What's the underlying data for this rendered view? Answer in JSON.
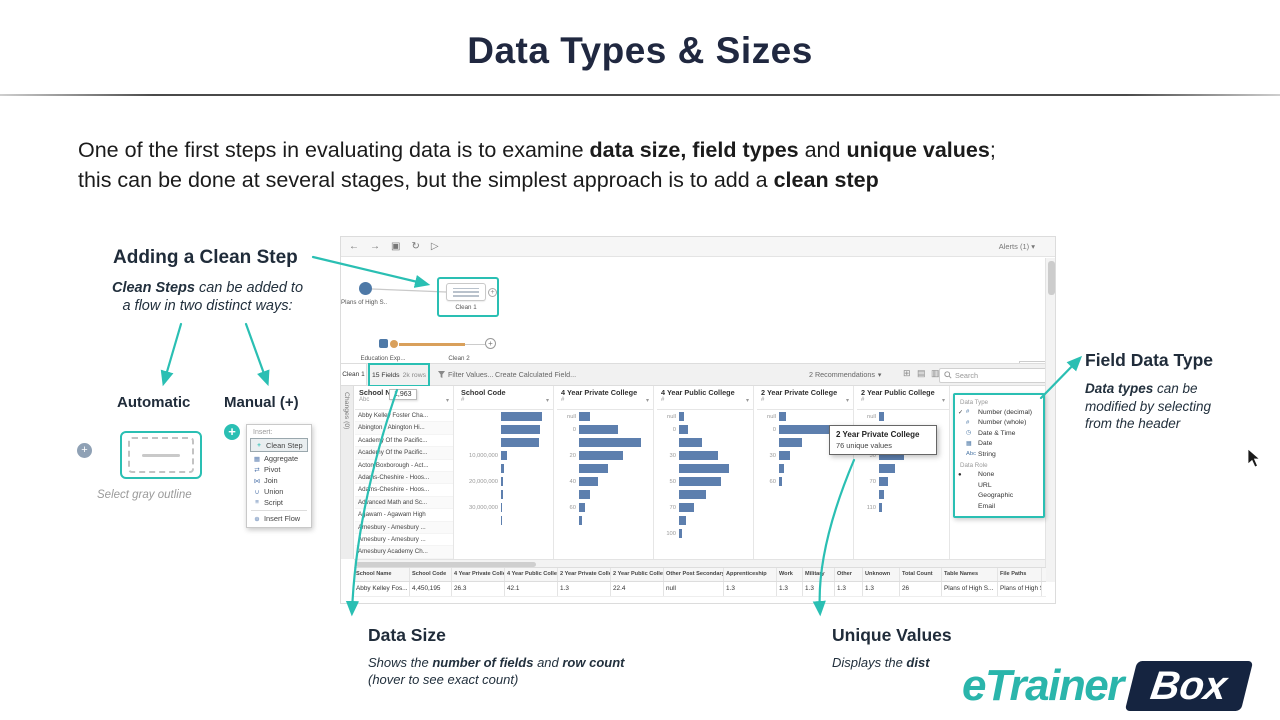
{
  "colors": {
    "accent_teal": "#2ABFB3",
    "heading_navy": "#202C3A",
    "histogram_blue": "#5D7FAE",
    "logo_navy": "#152440",
    "logo_teal": "#2AB5AB"
  },
  "title": "Data Types & Sizes",
  "intro": {
    "seg1": "One of the first steps in evaluating data is to examine ",
    "bold1": "data size, field types",
    "seg2": " and ",
    "bold2": "unique values",
    "seg3": ";",
    "line2_seg1": "this can be done at several stages, but the simplest approach is to add a ",
    "line2_bold": "clean step"
  },
  "annotations": {
    "adding_clean_step": {
      "title": "Adding a Clean Step",
      "desc_bold": "Clean Steps",
      "desc_rest1": " can be added to",
      "desc_line2": "a flow in two distinct ways:",
      "automatic": "Automatic",
      "manual": "Manual (+)",
      "caption": "Select gray outline"
    },
    "field_data_type": {
      "title": "Field Data Type",
      "desc_bold": "Data types",
      "desc_rest": " can be modified by selecting from the header"
    },
    "data_size": {
      "title": "Data Size",
      "seg1": "Shows the ",
      "bold1": "number of fields",
      "seg2": " and ",
      "bold2": "row count",
      "seg3": " (hover to see exact count)"
    },
    "unique_values": {
      "title": "Unique Values",
      "seg1": "Displays the ",
      "bold1": "dist"
    }
  },
  "context_menu": {
    "header": "Insert:",
    "highlight_item": {
      "icon": "+",
      "label": "Clean Step"
    },
    "items": [
      {
        "icon": "▦",
        "label": "Aggregate"
      },
      {
        "icon": "⇄",
        "label": "Pivot"
      },
      {
        "icon": "⋈",
        "label": "Join"
      },
      {
        "icon": "∪",
        "label": "Union"
      },
      {
        "icon": "≡",
        "label": "Script"
      }
    ],
    "footer_item": {
      "icon": "⊕",
      "label": "Insert Flow"
    }
  },
  "prep": {
    "toolbar_icons": [
      {
        "name": "back",
        "glyph": "←"
      },
      {
        "name": "forward",
        "glyph": "→"
      },
      {
        "name": "save",
        "glyph": "▣"
      },
      {
        "name": "refresh",
        "glyph": "↻"
      },
      {
        "name": "run-flow",
        "glyph": "▷"
      }
    ],
    "alerts": "Alerts (1)",
    "flow": {
      "source1": "Plans of High S...",
      "clean1": "Clean 1",
      "source2": "Education Exp...",
      "clean2": "Clean 2",
      "zoom": "100%"
    },
    "bar": {
      "tab": "Clean 1",
      "fields": "15 Fields",
      "rows": "2k rows",
      "rows_exact": "1,963",
      "filter": "Filter Values...",
      "calc": "Create Calculated Field...",
      "recommendations": "2 Recommendations",
      "search": "Search",
      "changes": "Changes (0)"
    },
    "tooltip": {
      "title": "2 Year Private College",
      "text": "76 unique values"
    },
    "type_menu": {
      "header": "Data Type",
      "items": [
        {
          "icon": "#",
          "label": "Number (decimal)",
          "checked": true
        },
        {
          "icon": "#",
          "label": "Number (whole)"
        },
        {
          "icon": "◷",
          "label": "Date & Time"
        },
        {
          "icon": "▦",
          "label": "Date"
        },
        {
          "icon": "Abc",
          "label": "String"
        }
      ],
      "role_header": "Data Role",
      "role_items": [
        {
          "label": "None",
          "checked": true
        },
        {
          "label": "URL"
        },
        {
          "label": "Geographic"
        },
        {
          "label": "Email"
        }
      ]
    },
    "profile_columns": [
      {
        "name": "School Name",
        "type_icon": "Abc",
        "kind": "list",
        "values": [
          "Abby Kelley Foster Cha...",
          "Abington - Abington Hi...",
          "Academy Of the Pacific...",
          "Academy Of the Pacific...",
          "Acton-Boxborough - Act...",
          "Adams-Cheshire - Hoos...",
          "Adams-Cheshire - Hoos...",
          "Advanced Math and Sc...",
          "Agawam - Agawam High",
          "Amesbury - Amesbury ...",
          "Amesbury - Amesbury ...",
          "Amesbury Academy Ch..."
        ]
      },
      {
        "name": "School Code",
        "type_icon": "#",
        "kind": "hist",
        "bins": [
          {
            "label": "",
            "value": 90
          },
          {
            "label": "",
            "value": 87
          },
          {
            "label": "",
            "value": 84
          },
          {
            "label": "10,000,000",
            "value": 13
          },
          {
            "label": "",
            "value": 7
          },
          {
            "label": "20,000,000",
            "value": 5
          },
          {
            "label": "",
            "value": 4
          },
          {
            "label": "30,000,000",
            "value": 3
          },
          {
            "label": "",
            "value": 2
          }
        ]
      },
      {
        "name": "4 Year Private College",
        "type_icon": "#",
        "kind": "hist",
        "bins": [
          {
            "label": "null",
            "value": 16
          },
          {
            "label": "0",
            "value": 58
          },
          {
            "label": "",
            "value": 92
          },
          {
            "label": "20",
            "value": 66
          },
          {
            "label": "",
            "value": 44
          },
          {
            "label": "40",
            "value": 28
          },
          {
            "label": "",
            "value": 16
          },
          {
            "label": "60",
            "value": 9
          },
          {
            "label": "",
            "value": 5
          }
        ]
      },
      {
        "name": "4 Year Public College",
        "type_icon": "#",
        "kind": "hist",
        "bins": [
          {
            "label": "null",
            "value": 8
          },
          {
            "label": "0",
            "value": 14
          },
          {
            "label": "",
            "value": 34
          },
          {
            "label": "30",
            "value": 58
          },
          {
            "label": "",
            "value": 74
          },
          {
            "label": "50",
            "value": 62
          },
          {
            "label": "",
            "value": 40
          },
          {
            "label": "70",
            "value": 22
          },
          {
            "label": "",
            "value": 10
          },
          {
            "label": "100",
            "value": 4
          }
        ]
      },
      {
        "name": "2 Year Private College",
        "type_icon": "#",
        "kind": "hist",
        "bins": [
          {
            "label": "null",
            "value": 10
          },
          {
            "label": "0",
            "value": 96
          },
          {
            "label": "",
            "value": 34
          },
          {
            "label": "30",
            "value": 16
          },
          {
            "label": "",
            "value": 8
          },
          {
            "label": "60",
            "value": 4
          }
        ]
      },
      {
        "name": "2 Year Public College",
        "type_icon": "#",
        "kind": "hist",
        "bins": [
          {
            "label": "null",
            "value": 8
          },
          {
            "label": "0",
            "value": 52
          },
          {
            "label": "",
            "value": 66
          },
          {
            "label": "30",
            "value": 40
          },
          {
            "label": "",
            "value": 26
          },
          {
            "label": "70",
            "value": 14
          },
          {
            "label": "",
            "value": 8
          },
          {
            "label": "110",
            "value": 4
          }
        ]
      }
    ],
    "grid": {
      "headers": [
        "School Name",
        "School Code",
        "4 Year Private College",
        "4 Year Public College",
        "2 Year Private College",
        "2 Year Public College",
        "Other Post Secondary",
        "Apprenticeship",
        "Work",
        "Military",
        "Other",
        "Unknown",
        "Total Count",
        "Table Names",
        "File Paths"
      ],
      "row": [
        "Abby Kelley Fos...",
        "4,450,195",
        "26.3",
        "42.1",
        "1.3",
        "22.4",
        "null",
        "1.3",
        "1.3",
        "1.3",
        "1.3",
        "1.3",
        "26",
        "Plans of High S...",
        "Plans of High S..."
      ]
    }
  },
  "icons": {
    "caret_down": "▾",
    "sort": "▾",
    "grid_view": "⊞",
    "profile_view": "▤",
    "list_view": "▥",
    "plus": "+",
    "check": "✓",
    "radio_dot": "●"
  },
  "logo": {
    "name": "eTrainer",
    "box": "Box"
  }
}
